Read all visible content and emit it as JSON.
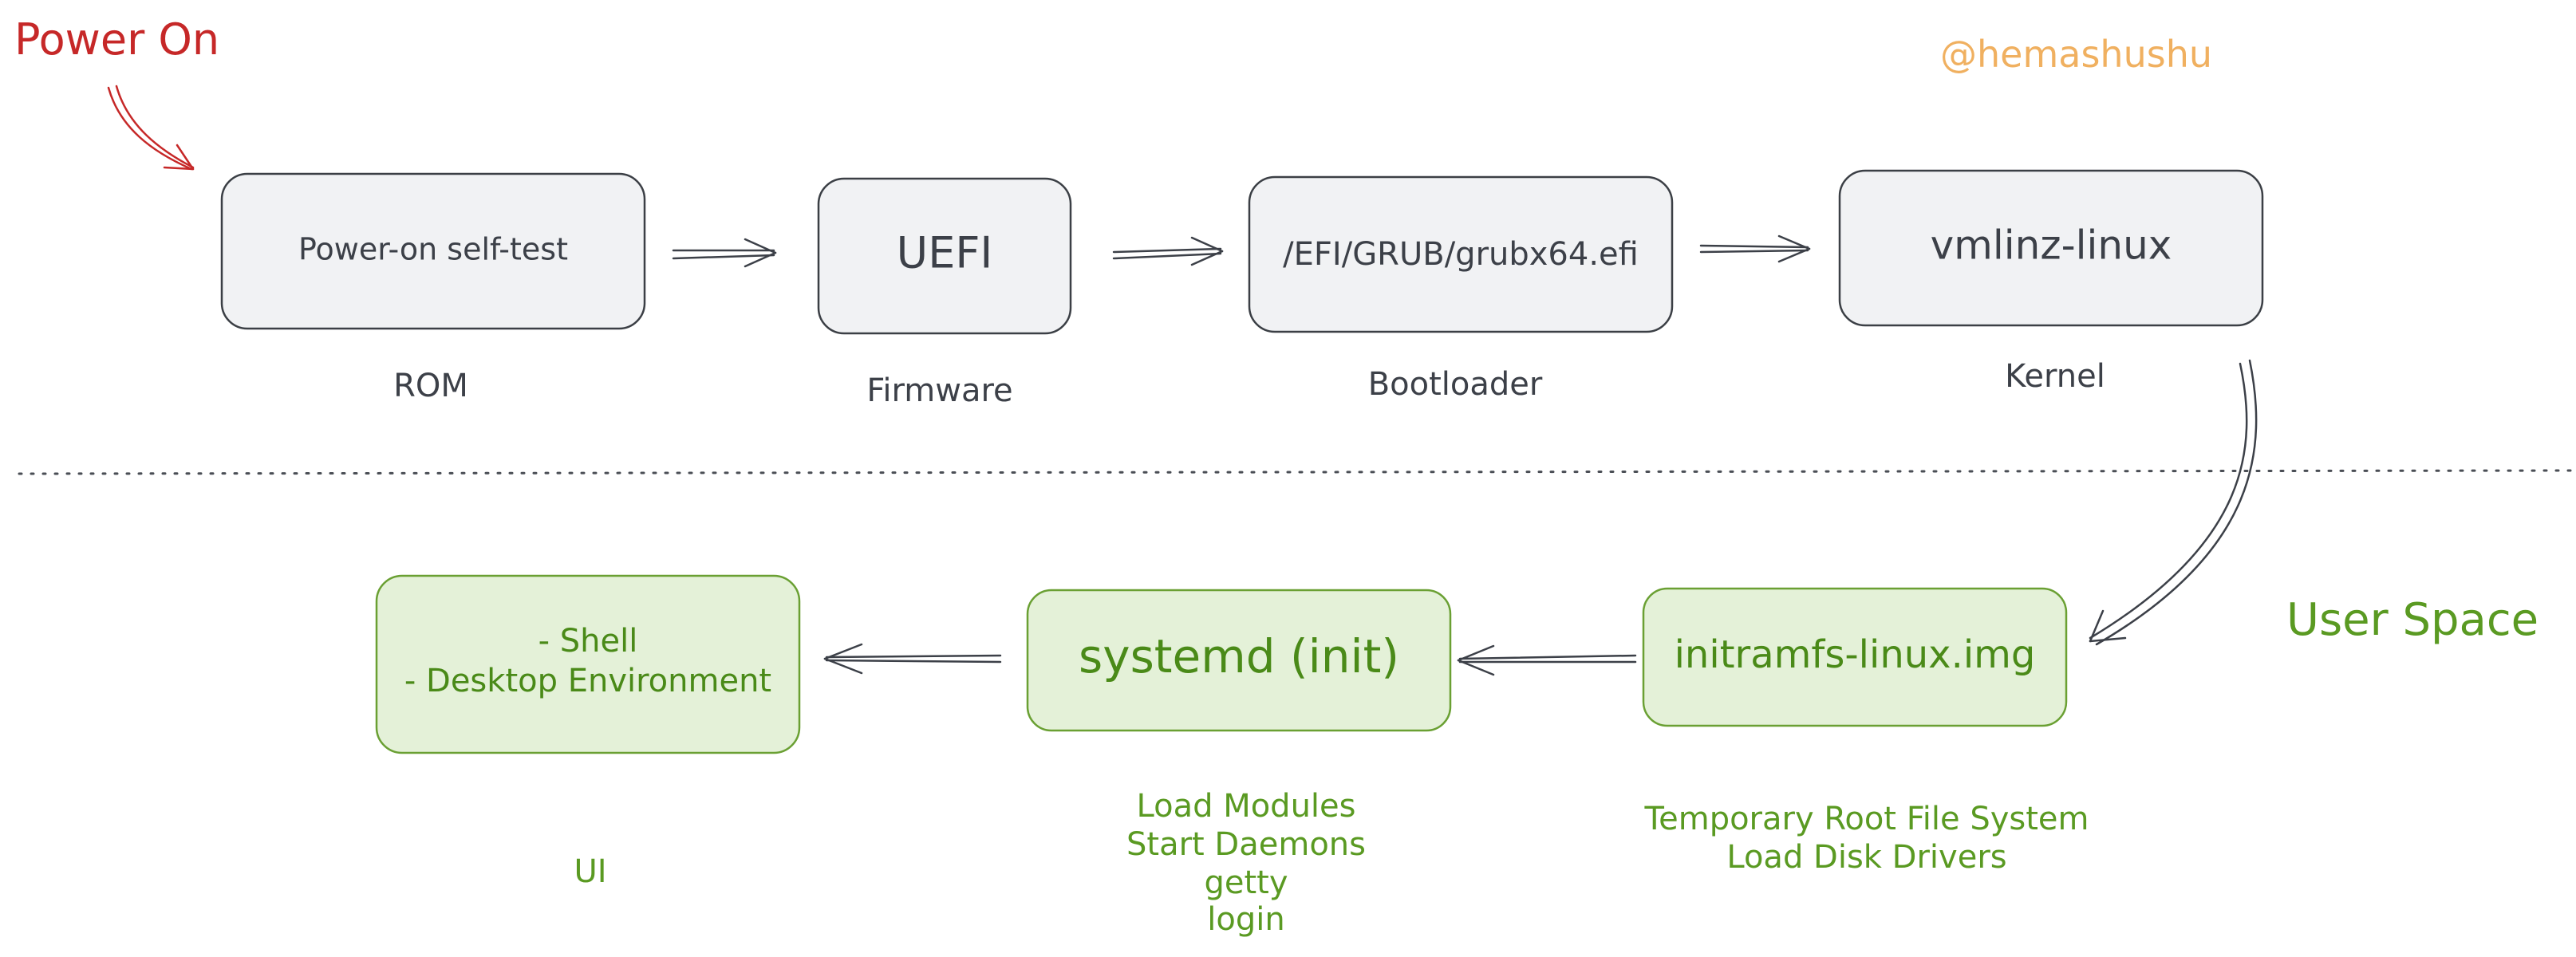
{
  "start_label": "Power On",
  "watermark": "@hemashushu",
  "zone_label": "User Space",
  "colors": {
    "kernel_stroke": "#3b3f45",
    "kernel_fill": "#f1f2f4",
    "user_stroke": "#6aa033",
    "user_fill": "#e4f1d8",
    "start": "#c62828",
    "watermark": "#f0b060"
  },
  "kernel_stages": [
    {
      "box": "Power-on self-test",
      "caption": "ROM"
    },
    {
      "box": "UEFI",
      "caption": "Firmware"
    },
    {
      "box": "/EFI/GRUB/grubx64.efi",
      "caption": "Bootloader"
    },
    {
      "box": "vmlinz-linux",
      "caption": "Kernel"
    }
  ],
  "user_stages": [
    {
      "box": "initramfs-linux.img",
      "caption_lines": [
        "Temporary Root File System",
        "Load Disk Drivers"
      ]
    },
    {
      "box": "systemd (init)",
      "caption_lines": [
        "Load Modules",
        "Start Daemons",
        "getty",
        "login"
      ]
    },
    {
      "box_lines": [
        "- Shell",
        "- Desktop Environment"
      ],
      "caption_lines": [
        "UI"
      ]
    }
  ]
}
